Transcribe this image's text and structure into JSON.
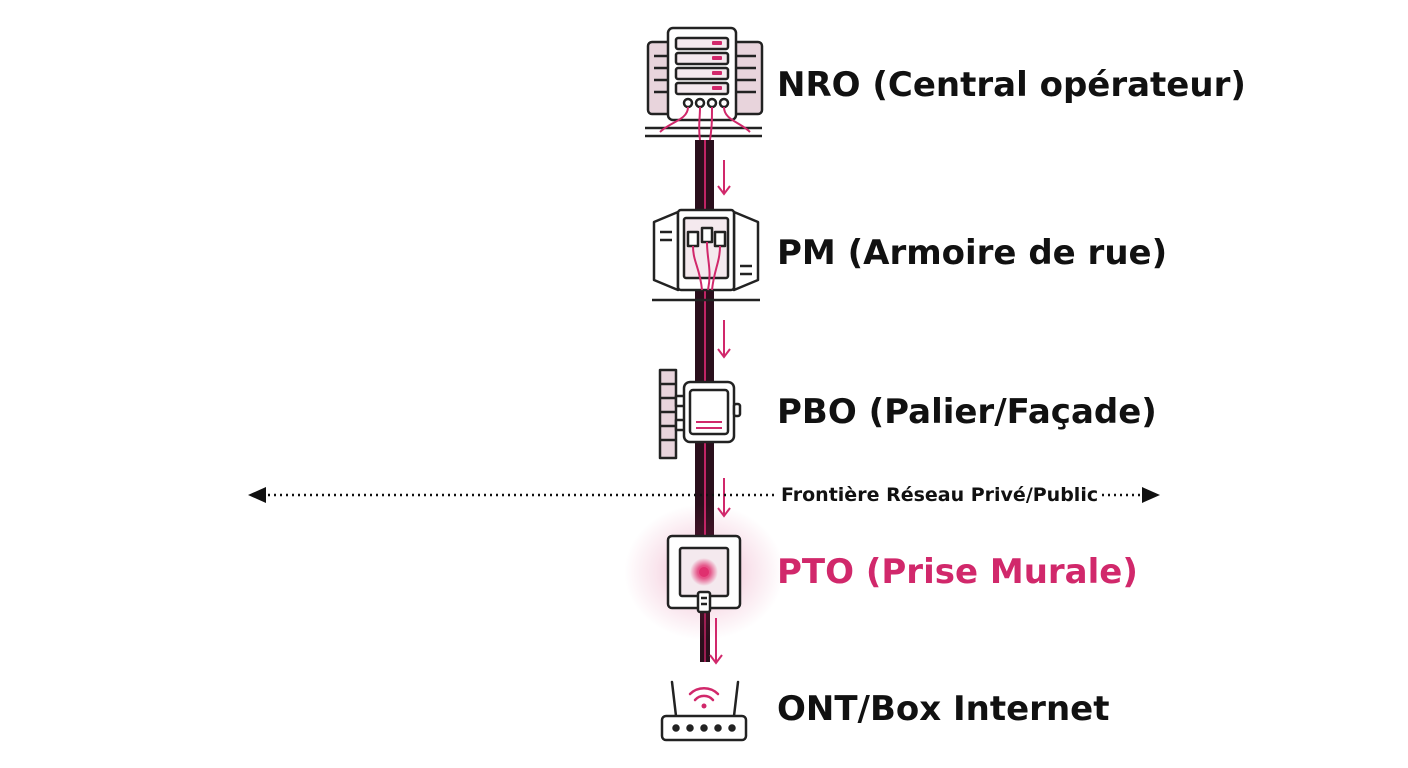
{
  "colors": {
    "accent": "#d1286b",
    "ink": "#111111",
    "cable": "#2a0f1c",
    "device_fill": "#f4e9ee",
    "device_dark": "#e8d4dc"
  },
  "nodes": [
    {
      "id": "nro",
      "label": "NRO (Central opérateur)",
      "icon": "server-rack-icon",
      "highlight": false
    },
    {
      "id": "pm",
      "label": "PM (Armoire de rue)",
      "icon": "street-cabinet-icon",
      "highlight": false
    },
    {
      "id": "pbo",
      "label": "PBO (Palier/Façade)",
      "icon": "distribution-box-icon",
      "highlight": false
    },
    {
      "id": "pto",
      "label": "PTO (Prise Murale)",
      "icon": "wall-outlet-icon",
      "highlight": true
    },
    {
      "id": "ont",
      "label": "ONT/Box Internet",
      "icon": "router-icon",
      "highlight": false
    }
  ],
  "boundary": {
    "label": "Frontière Réseau Privé/Public",
    "style": "dotted double-headed arrow"
  }
}
